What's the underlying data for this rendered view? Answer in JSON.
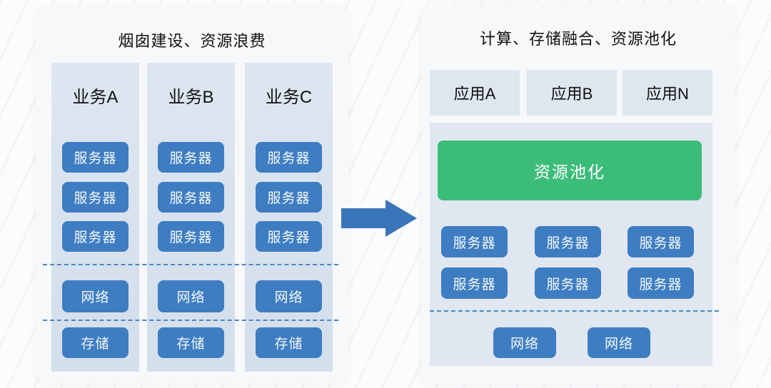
{
  "colors": {
    "button_blue": "#3e7dc2",
    "pool_green": "#3bbc79",
    "column_blue": "#d8e2ee",
    "app_box_blue": "#dee6f0",
    "panel_bg": "#f7f8fa",
    "dashed_line_blue": "#4a84c8",
    "arrow_blue": "#3a75ba",
    "text_dark": "#111111",
    "text_light": "#ffffff"
  },
  "left_panel": {
    "title": "烟囱建设、资源浪费",
    "columns": [
      {
        "label": "业务A",
        "servers": [
          "服务器",
          "服务器",
          "服务器"
        ],
        "network_label": "网络",
        "storage_label": "存储"
      },
      {
        "label": "业务B",
        "servers": [
          "服务器",
          "服务器",
          "服务器"
        ],
        "network_label": "网络",
        "storage_label": "存储"
      },
      {
        "label": "业务C",
        "servers": [
          "服务器",
          "服务器",
          "服务器"
        ],
        "network_label": "网络",
        "storage_label": "存储"
      }
    ]
  },
  "arrow": {
    "direction": "right"
  },
  "right_panel": {
    "title": "计算、存储融合、资源池化",
    "apps": [
      {
        "label": "应用A"
      },
      {
        "label": "应用B"
      },
      {
        "label": "应用N"
      }
    ],
    "pool": {
      "label": "资源池化"
    },
    "servers": [
      "服务器",
      "服务器",
      "服务器",
      "服务器",
      "服务器",
      "服务器"
    ],
    "networks": [
      {
        "label": "网络"
      },
      {
        "label": "网络"
      }
    ]
  }
}
